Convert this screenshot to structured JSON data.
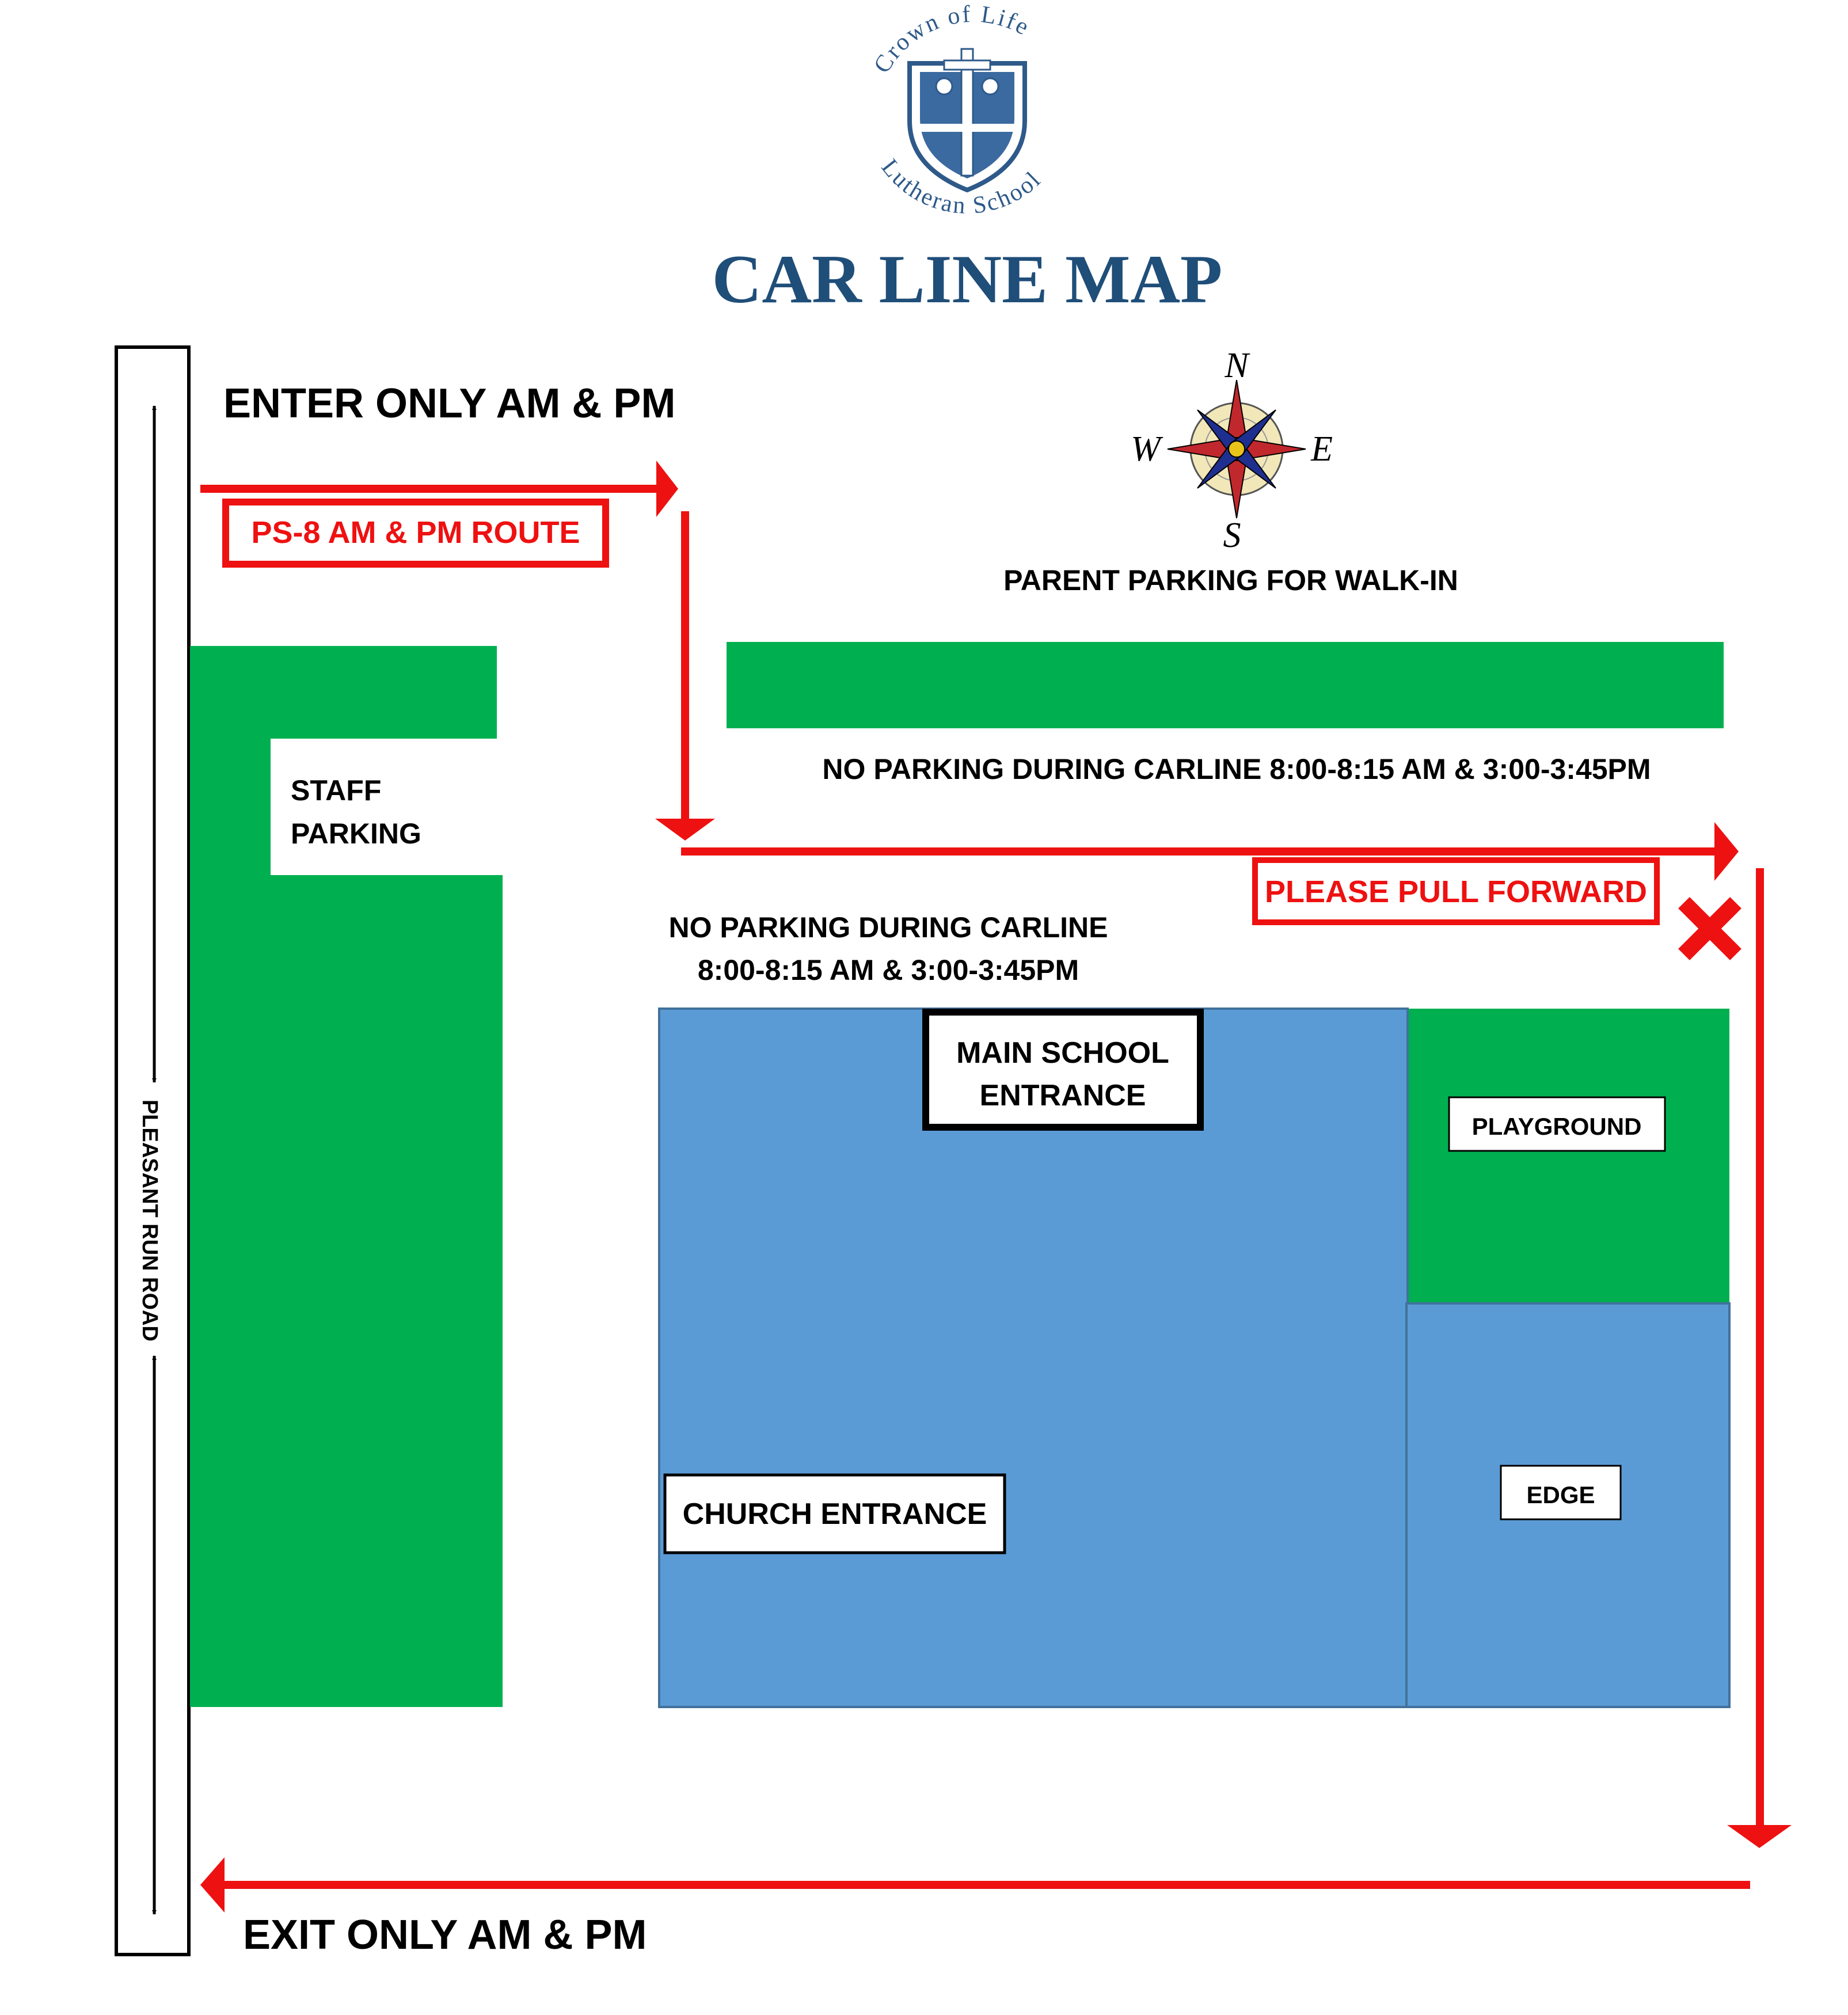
{
  "logo": {
    "arc_top": "Crown of Life",
    "arc_bottom": "Lutheran School"
  },
  "title": "CAR LINE MAP",
  "compass": {
    "n": "N",
    "s": "S",
    "e": "E",
    "w": "W"
  },
  "road": {
    "name": "PLEASANT RUN ROAD"
  },
  "labels": {
    "enter": "ENTER ONLY AM & PM",
    "exit": "EXIT ONLY AM & PM",
    "route": "PS-8 AM & PM ROUTE",
    "parent_parking": "PARENT PARKING FOR WALK-IN",
    "no_parking_top": "NO PARKING DURING CARLINE 8:00-8:15 AM & 3:00-3:45PM",
    "staff_line1": "STAFF",
    "staff_line2": "PARKING",
    "pull_forward": "PLEASE PULL FORWARD",
    "no_parking_mid_line1": "NO PARKING DURING CARLINE",
    "no_parking_mid_line2": "8:00-8:15 AM & 3:00-3:45PM",
    "main_entrance_line1": "MAIN SCHOOL",
    "main_entrance_line2": "ENTRANCE",
    "playground": "PLAYGROUND",
    "church_entrance": "CHURCH ENTRANCE",
    "edge": "EDGE"
  },
  "colors": {
    "green": "#00b050",
    "building": "#5b9bd5",
    "building_border": "#41719c",
    "route_red": "#ee1111",
    "title_blue": "#1f4e79",
    "logo_blue": "#2e5a8a"
  }
}
